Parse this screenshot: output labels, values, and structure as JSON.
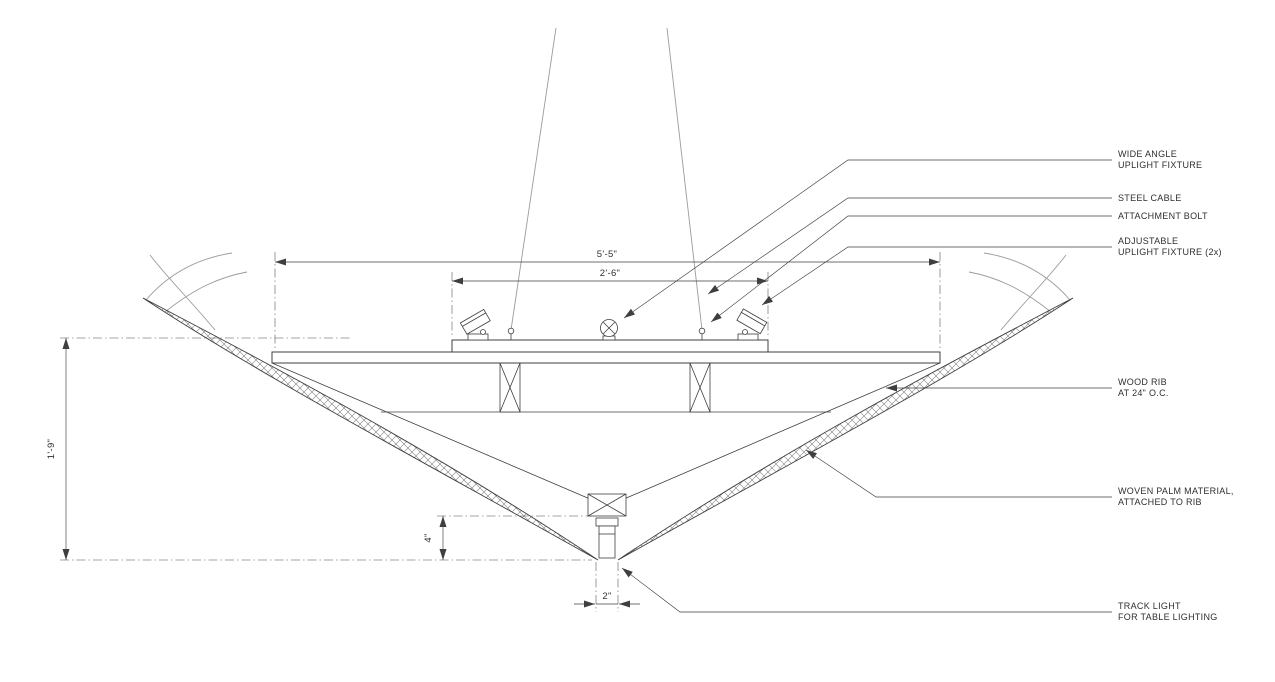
{
  "drawing": {
    "type": "architectural-section-detail",
    "background_color": "#ffffff",
    "line_color": "#3f3f3f",
    "cable_color": "#9b9b9b",
    "callouts": {
      "wide_angle_line1": "WIDE ANGLE",
      "wide_angle_line2": "UPLIGHT FIXTURE",
      "steel_cable": "STEEL CABLE",
      "attachment_bolt": "ATTACHMENT BOLT",
      "adjustable_line1": "ADJUSTABLE",
      "adjustable_line2": "UPLIGHT FIXTURE (2x)",
      "wood_rib_line1": "WOOD RIB",
      "wood_rib_line2": "AT 24\" O.C.",
      "woven_palm_line1": "WOVEN PALM MATERIAL,",
      "woven_palm_line2": "ATTACHED TO RIB",
      "track_light_line1": "TRACK LIGHT",
      "track_light_line2": "FOR TABLE LIGHTING"
    },
    "dimensions": {
      "overall_width": "5'-5\"",
      "fixture_board_width": "2'-6\"",
      "canopy_height": "1'-9\"",
      "track_light_height": "4\"",
      "track_light_width": "2\""
    }
  }
}
